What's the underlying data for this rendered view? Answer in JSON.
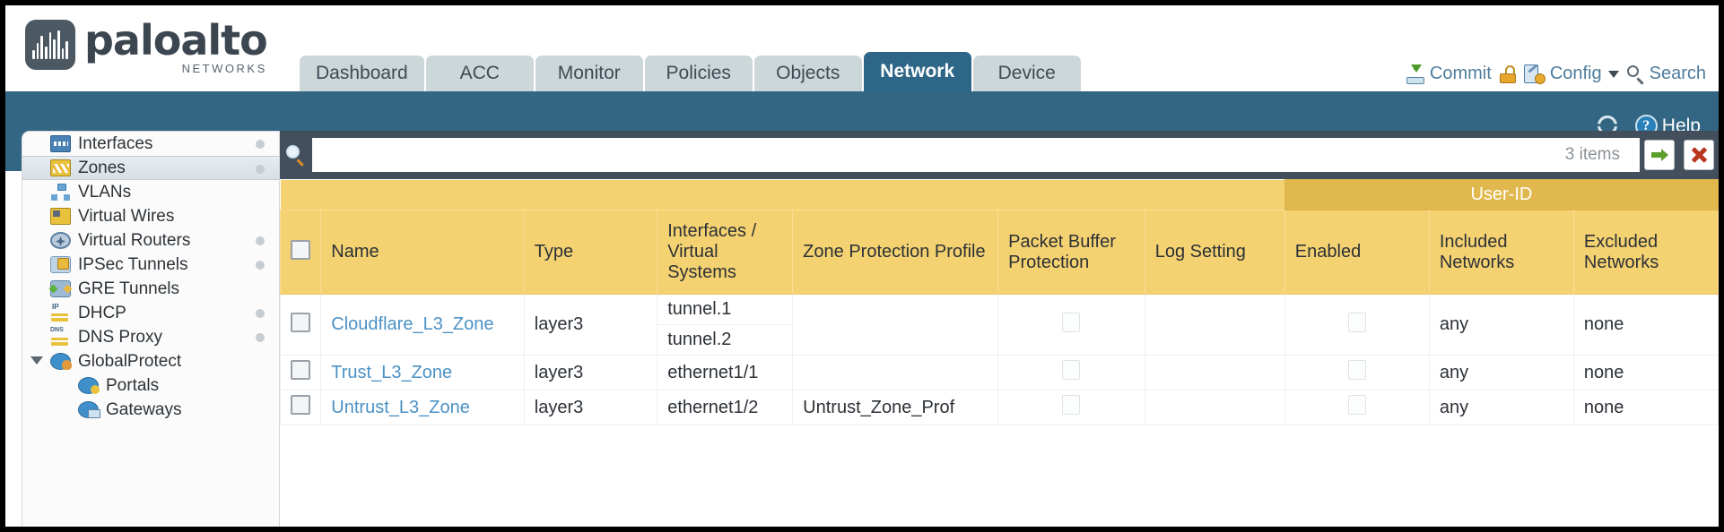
{
  "brand": {
    "name": "paloalto",
    "tagline": "NETWORKS",
    "registered": "®"
  },
  "nav": {
    "tabs": [
      {
        "label": "Dashboard",
        "active": false
      },
      {
        "label": "ACC",
        "active": false
      },
      {
        "label": "Monitor",
        "active": false
      },
      {
        "label": "Policies",
        "active": false
      },
      {
        "label": "Objects",
        "active": false
      },
      {
        "label": "Network",
        "active": true
      },
      {
        "label": "Device",
        "active": false
      }
    ]
  },
  "header_actions": {
    "commit_label": "Commit",
    "commit_icon": "commit-icon",
    "lock_icon": "lock-icon",
    "config_label": "Config",
    "config_icon": "config-icon",
    "config_caret": "chevron-down-icon",
    "search_label": "Search",
    "search_icon": "search-icon"
  },
  "toolbar": {
    "refresh_icon": "refresh-icon",
    "help_label": "Help",
    "help_icon": "help-icon",
    "help_glyph": "?"
  },
  "sidebar": {
    "items": [
      {
        "label": "Interfaces",
        "icon": "interfaces-icon",
        "icon_class": "ic-interfaces",
        "dot": true,
        "selected": false,
        "child": false,
        "expander": false
      },
      {
        "label": "Zones",
        "icon": "zones-icon",
        "icon_class": "ic-zones",
        "dot": true,
        "selected": true,
        "child": false,
        "expander": false
      },
      {
        "label": "VLANs",
        "icon": "vlans-icon",
        "icon_class": "ic-vlans",
        "dot": false,
        "selected": false,
        "child": false,
        "expander": false
      },
      {
        "label": "Virtual Wires",
        "icon": "virtual-wires-icon",
        "icon_class": "ic-vwires",
        "dot": false,
        "selected": false,
        "child": false,
        "expander": false
      },
      {
        "label": "Virtual Routers",
        "icon": "virtual-routers-icon",
        "icon_class": "ic-vrouters",
        "dot": true,
        "selected": false,
        "child": false,
        "expander": false
      },
      {
        "label": "IPSec Tunnels",
        "icon": "ipsec-tunnels-icon",
        "icon_class": "ic-ipsec",
        "dot": true,
        "selected": false,
        "child": false,
        "expander": false
      },
      {
        "label": "GRE Tunnels",
        "icon": "gre-tunnels-icon",
        "icon_class": "ic-gre",
        "dot": false,
        "selected": false,
        "child": false,
        "expander": false
      },
      {
        "label": "DHCP",
        "icon": "dhcp-icon",
        "icon_class": "ic-dhcp",
        "dot": true,
        "selected": false,
        "child": false,
        "expander": false
      },
      {
        "label": "DNS Proxy",
        "icon": "dns-proxy-icon",
        "icon_class": "ic-dnsproxy",
        "dot": true,
        "selected": false,
        "child": false,
        "expander": false
      },
      {
        "label": "GlobalProtect",
        "icon": "globalprotect-icon",
        "icon_class": "ic-gp",
        "dot": false,
        "selected": false,
        "child": false,
        "expander": true
      },
      {
        "label": "Portals",
        "icon": "portals-icon",
        "icon_class": "ic-portals",
        "dot": false,
        "selected": false,
        "child": true,
        "expander": false
      },
      {
        "label": "Gateways",
        "icon": "gateways-icon",
        "icon_class": "ic-gateways",
        "dot": false,
        "selected": false,
        "child": true,
        "expander": false
      }
    ]
  },
  "search": {
    "value": "",
    "placeholder": "",
    "items_count": "3 items",
    "apply_icon": "apply-filter-arrow-icon",
    "clear_icon": "clear-filter-x-icon",
    "magnifier_icon": "search-icon"
  },
  "table": {
    "group_header": "User-ID",
    "columns": [
      "Name",
      "Type",
      "Interfaces / Virtual Systems",
      "Zone Protection Profile",
      "Packet Buffer Protection",
      "Log Setting",
      "Enabled",
      "Included Networks",
      "Excluded Networks"
    ],
    "rows": [
      {
        "selected": false,
        "name": "Cloudflare_L3_Zone",
        "type": "layer3",
        "interfaces": [
          "tunnel.1",
          "tunnel.2"
        ],
        "zone_protection_profile": "",
        "packet_buffer_protection": false,
        "log_setting": "",
        "userid_enabled": false,
        "included_networks": "any",
        "excluded_networks": "none"
      },
      {
        "selected": false,
        "name": "Trust_L3_Zone",
        "type": "layer3",
        "interfaces": [
          "ethernet1/1"
        ],
        "zone_protection_profile": "",
        "packet_buffer_protection": false,
        "log_setting": "",
        "userid_enabled": false,
        "included_networks": "any",
        "excluded_networks": "none"
      },
      {
        "selected": false,
        "name": "Untrust_L3_Zone",
        "type": "layer3",
        "interfaces": [
          "ethernet1/2"
        ],
        "zone_protection_profile": "Untrust_Zone_Prof",
        "packet_buffer_protection": false,
        "log_setting": "",
        "userid_enabled": false,
        "included_networks": "any",
        "excluded_networks": "none"
      }
    ]
  },
  "colors": {
    "brand_blue": "#336682",
    "active_tab": "#2e6687",
    "tab_bg": "#ccd7d9",
    "table_header_yellow": "#f5d271",
    "group_header_yellow": "#e0b84d",
    "search_bar_dark": "#434f5c",
    "link_blue": "#4b91c4"
  }
}
